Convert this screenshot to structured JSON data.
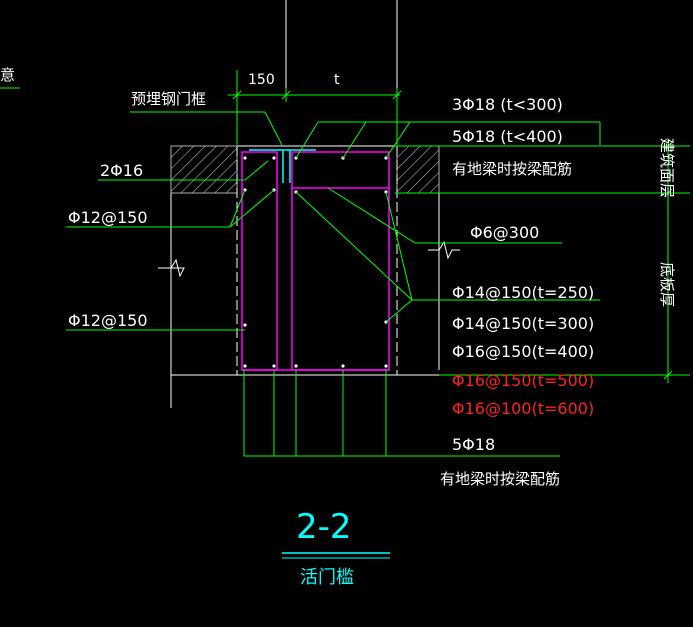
{
  "colors": {
    "background": "#000000",
    "green_line": "#00ff00",
    "white": "#ffffff",
    "magenta": "#ff00ff",
    "cyan": "#00ffff",
    "red": "#ff2020",
    "hatch": "#b0b0b0"
  },
  "dims": {
    "d150": "150",
    "dt": "t"
  },
  "labels": {
    "embed_door_frame": "预埋钢门框",
    "bar_2phi16": "2Φ16",
    "bar_phi12_upper": "Φ12@150",
    "bar_phi12_lower": "Φ12@150",
    "top_3phi18": "3Φ18  (t<300)",
    "top_5phi18": "5Φ18  (t<400)",
    "top_note": "有地梁时按梁配筋",
    "stirrup": "Φ6@300",
    "side_label_top": "建筑面层",
    "side_label_mid": "底板厚",
    "left_edge_text": "意",
    "bottom_5phi18": "5Φ18",
    "bottom_note": "有地梁时按梁配筋"
  },
  "bar_list": [
    {
      "text": "Φ14@150(t=250)",
      "color": "#ffffff"
    },
    {
      "text": "Φ14@150(t=300)",
      "color": "#ffffff"
    },
    {
      "text": "Φ16@150(t=400)",
      "color": "#ffffff"
    },
    {
      "text": "Φ16@150(t=500)",
      "color": "#ff2020"
    },
    {
      "text": "Φ16@100(t=600)",
      "color": "#ff2020"
    }
  ],
  "section": {
    "number": "2-2",
    "name": "活门槛"
  }
}
